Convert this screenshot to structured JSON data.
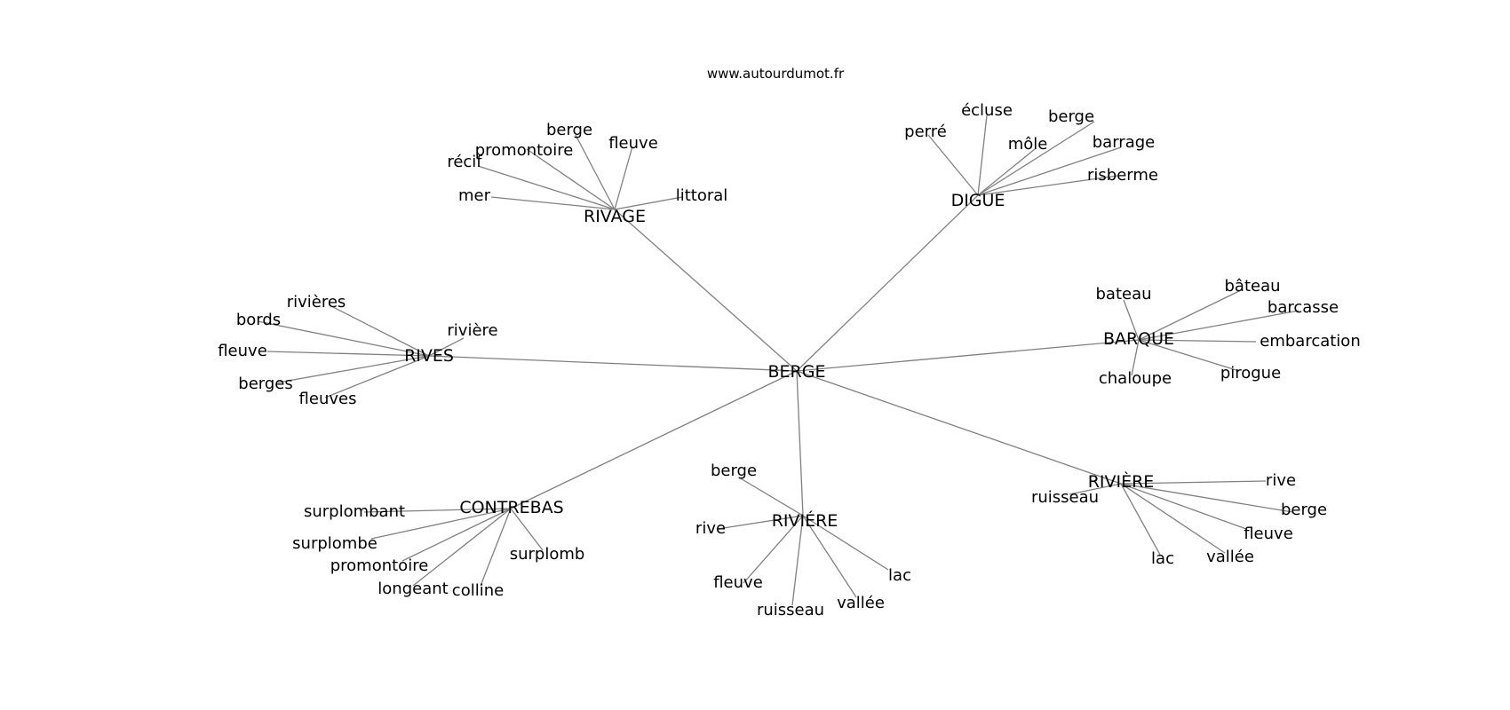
{
  "source": "www.autourdumot.fr",
  "root": "BERGE",
  "clusters": [
    {
      "hub": "RIVAGE",
      "words": [
        "récif",
        "promontoire",
        "berge",
        "fleuve",
        "mer",
        "littoral"
      ]
    },
    {
      "hub": "DIGUE",
      "words": [
        "perré",
        "écluse",
        "berge",
        "môle",
        "barrage",
        "risberme"
      ]
    },
    {
      "hub": "RIVES",
      "words": [
        "rivières",
        "bords",
        "rivière",
        "fleuve",
        "berges",
        "fleuves"
      ]
    },
    {
      "hub": "BARQUE",
      "words": [
        "bateau",
        "bâteau",
        "barcasse",
        "embarcation",
        "chaloupe",
        "pirogue"
      ]
    },
    {
      "hub": "CONTREBAS",
      "words": [
        "surplombant",
        "surplombe",
        "promontoire",
        "longeant",
        "colline",
        "surplomb"
      ]
    },
    {
      "hub": "RIVIÉRE",
      "words": [
        "berge",
        "rive",
        "fleuve",
        "ruisseau",
        "vallée",
        "lac"
      ]
    },
    {
      "hub": "RIVIÈRE",
      "words": [
        "ruisseau",
        "rive",
        "berge",
        "fleuve",
        "vallée",
        "lac"
      ]
    }
  ]
}
